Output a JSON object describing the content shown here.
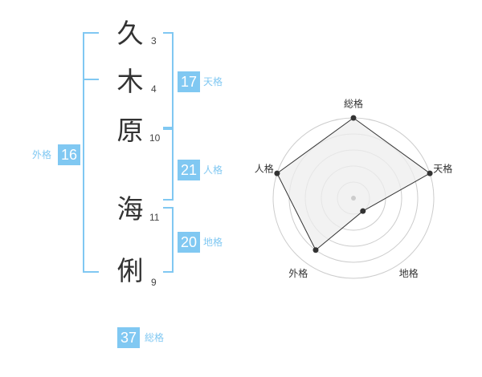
{
  "name": {
    "characters": [
      {
        "char": "久",
        "strokes": "3"
      },
      {
        "char": "木",
        "strokes": "4"
      },
      {
        "char": "原",
        "strokes": "10"
      },
      {
        "char": "海",
        "strokes": "11"
      },
      {
        "char": "俐",
        "strokes": "9"
      }
    ]
  },
  "fortune": {
    "tenkaku": {
      "value": "17",
      "label": "天格"
    },
    "jinkaku": {
      "value": "21",
      "label": "人格"
    },
    "chikaku": {
      "value": "20",
      "label": "地格"
    },
    "gaikaku": {
      "value": "16",
      "label": "外格"
    },
    "soukaku": {
      "value": "37",
      "label": "総格"
    }
  },
  "accent_color": "#80c8f2",
  "chart_data": {
    "type": "radar",
    "axes": [
      "総格",
      "天格",
      "地格",
      "外格",
      "人格"
    ],
    "values": [
      5,
      5,
      1,
      4,
      5
    ],
    "rlim": [
      0,
      5
    ],
    "levels": 5,
    "fill_color": "#eeeeee",
    "line_color": "#333333"
  }
}
